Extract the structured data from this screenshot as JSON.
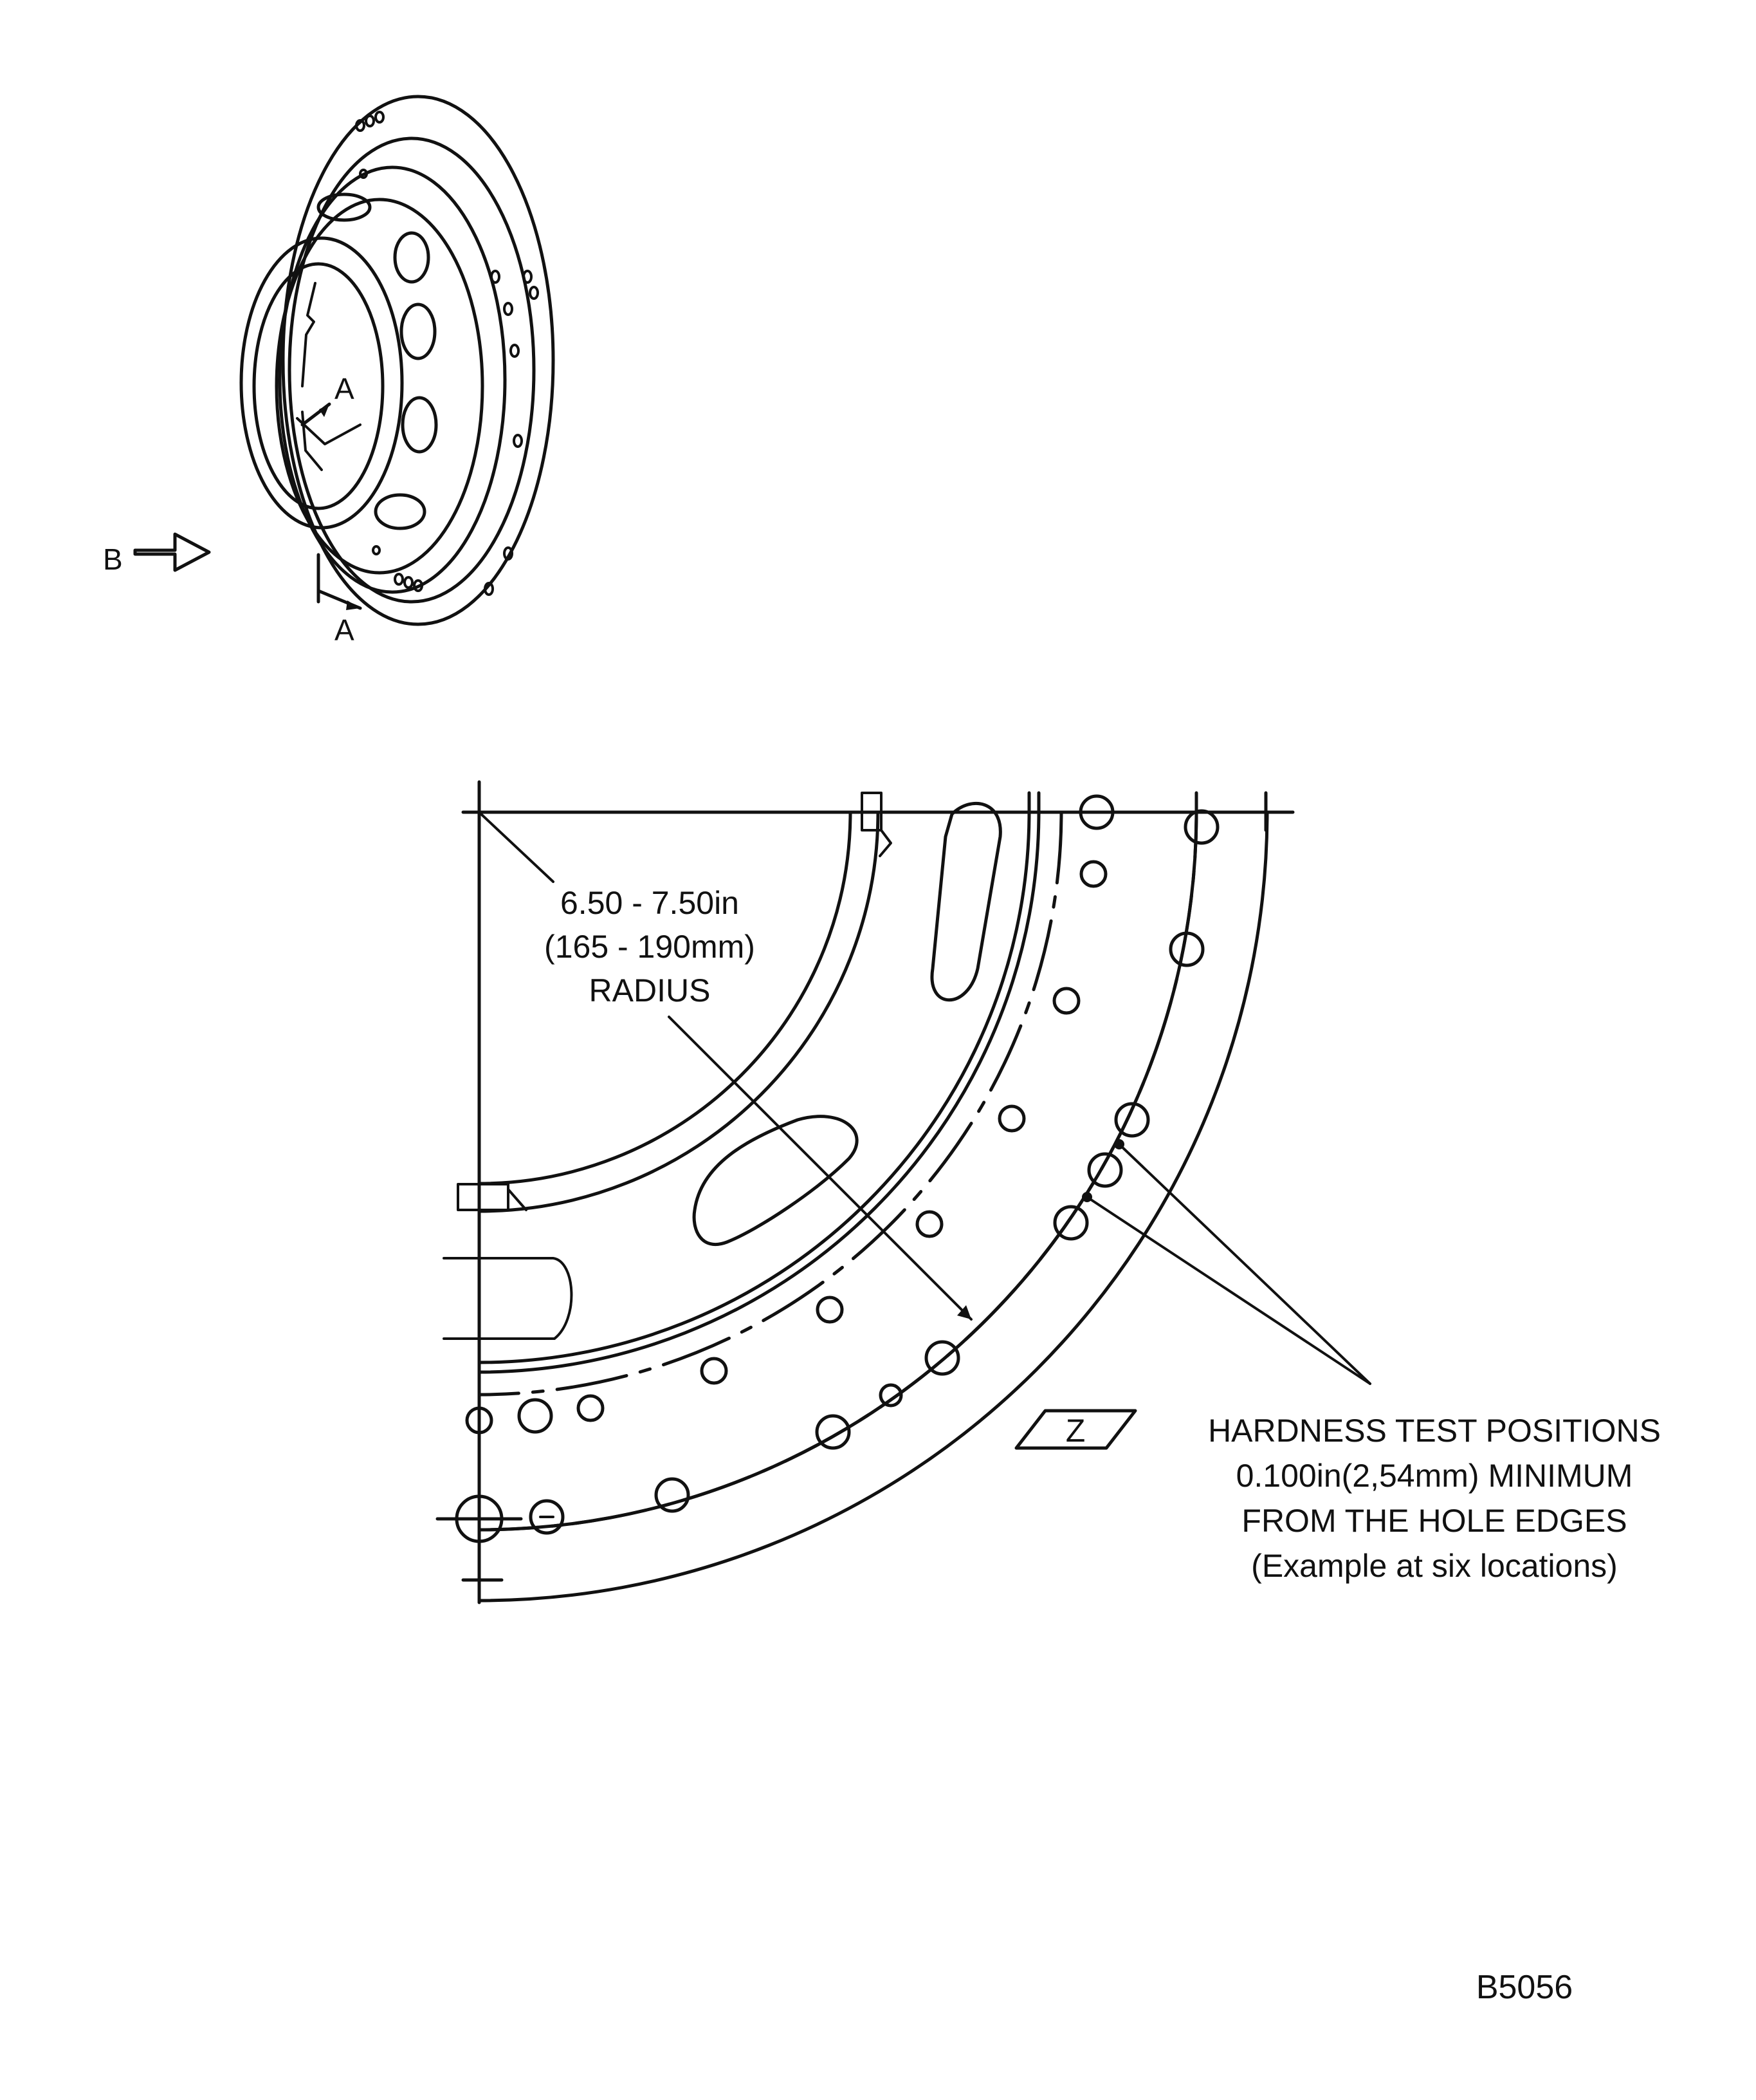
{
  "view_labels": {
    "arrow_view": "B",
    "section_top": "A",
    "section_bottom": "A"
  },
  "radius_note": {
    "line1": "6.50 - 7.50in",
    "line2": "(165 - 190mm)",
    "line3": "RADIUS"
  },
  "hardness_note": {
    "symbol": "Z",
    "line1": "HARDNESS TEST POSITIONS",
    "line2": "0.100in(2,54mm) MINIMUM",
    "line3": "FROM THE HOLE EDGES",
    "line4": "(Example at six locations)"
  },
  "figure_id": "B5056",
  "icons": {
    "view_arrow": "hollow-arrow-icon",
    "z_symbol": "parallelogram-icon"
  }
}
